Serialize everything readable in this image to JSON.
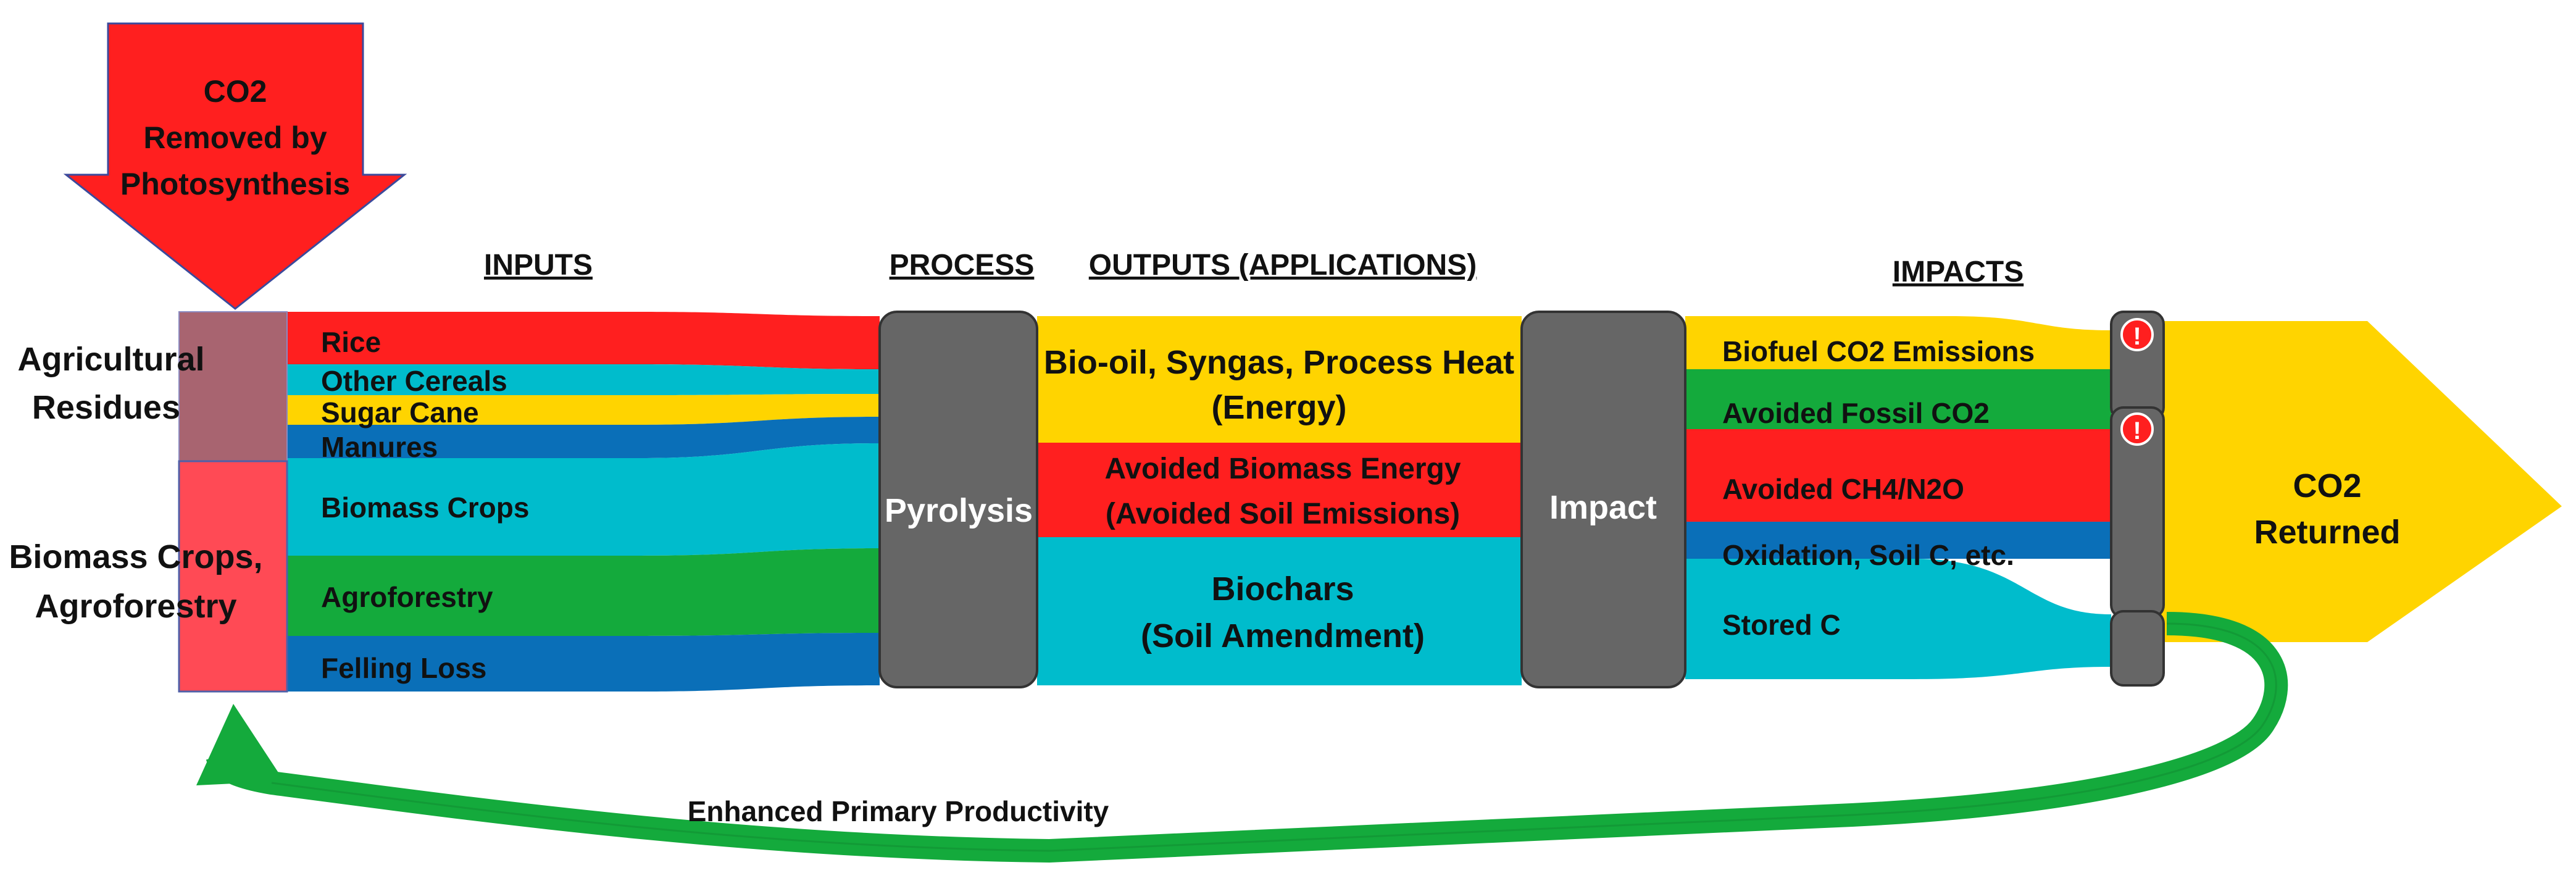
{
  "colors": {
    "red": "#ff1f1f",
    "cyan": "#00bccc",
    "yellow": "#ffd400",
    "blue": "#0a6fb8",
    "green": "#14aa3c",
    "grey": "#666666",
    "mauve": "#a86470",
    "pink": "#ff4a55"
  },
  "arrow": {
    "line1": "CO2",
    "line2": "Removed by",
    "line3": "Photosynthesis"
  },
  "headers": {
    "inputs": "INPUTS",
    "process": "PROCESS",
    "outputs": "OUTPUTS (APPLICATIONS)",
    "impacts": "IMPACTS"
  },
  "sources": {
    "agri_line1": "Agricultural",
    "agri_line2": "Residues",
    "biomass_line1": "Biomass Crops,",
    "biomass_line2": "Agroforestry"
  },
  "inputs": {
    "rice": "Rice",
    "other_cereals": "Other Cereals",
    "sugar_cane": "Sugar Cane",
    "manures": "Manures",
    "biomass_crops": "Biomass Crops",
    "agroforestry": "Agroforestry",
    "felling_loss": "Felling Loss"
  },
  "process": {
    "pyrolysis": "Pyrolysis",
    "impact": "Impact"
  },
  "outputs": {
    "energy_line1": "Bio-oil, Syngas, Process Heat",
    "energy_line2": "(Energy)",
    "avoided_line1": "Avoided Biomass Energy",
    "avoided_line2": "(Avoided Soil Emissions)",
    "biochar_line1": "Biochars",
    "biochar_line2": "(Soil Amendment)"
  },
  "impacts": {
    "biofuel": "Biofuel CO2 Emissions",
    "fossil": "Avoided Fossil CO2",
    "ch4": "Avoided CH4/N2O",
    "oxidation": "Oxidation, Soil C, etc.",
    "stored": "Stored C"
  },
  "warning_symbol": "!",
  "returned": {
    "line1": "CO2",
    "line2": "Returned"
  },
  "feedback": "Enhanced Primary Productivity"
}
